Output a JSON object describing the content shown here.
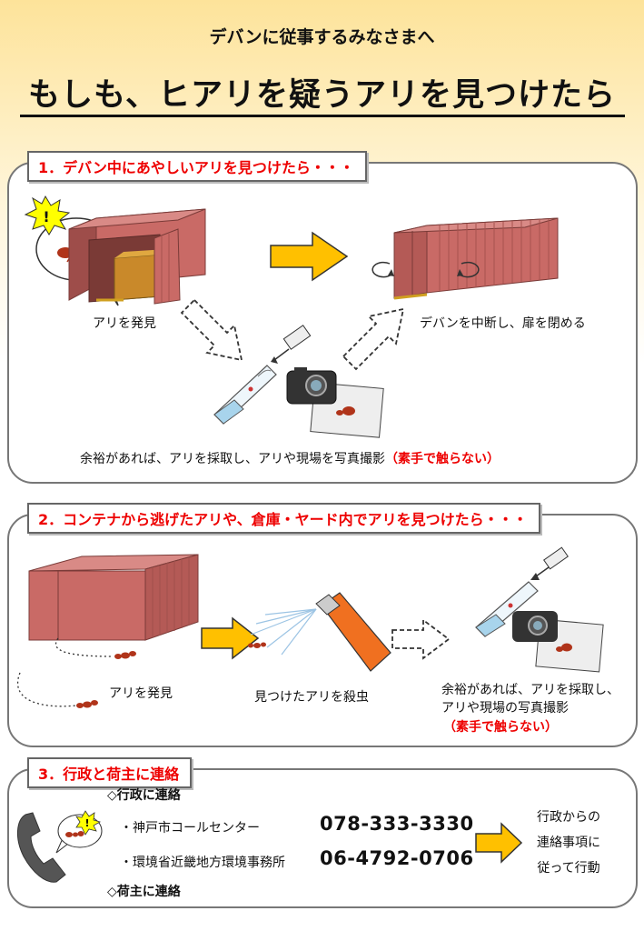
{
  "header": {
    "subtitle": "デバンに従事するみなさまへ",
    "title": "もしも、ヒアリを疑うアリを見つけたら"
  },
  "section1": {
    "heading": "1．デバン中にあやしいアリを見つけたら・・・",
    "found_caption": "アリを発見",
    "close_caption": "デバンを中断し、扉を閉める",
    "photo_caption": "余裕があれば、アリを採取し、アリや現場を写真撮影",
    "photo_warning": "（素手で触らない）",
    "alert_mark": "!"
  },
  "section2": {
    "heading": "2．コンテナから逃げたアリや、倉庫・ヤード内でアリを見つけたら・・・",
    "found_caption": "アリを発見",
    "kill_caption": "見つけたアリを殺虫",
    "photo_caption_line1": "余裕があれば、アリを採取し、",
    "photo_caption_line2": "アリや現場の写真撮影",
    "photo_warning": "（素手で触らない）"
  },
  "section3": {
    "heading": "3．行政と荷主に連絡",
    "gov_heading": "◇行政に連絡",
    "contacts": [
      {
        "name": "・神戸市コールセンター",
        "number": "078-333-3330"
      },
      {
        "name": "・環境省近畿地方環境事務所",
        "number": "06-4792-0706"
      }
    ],
    "owner_heading": "◇荷主に連絡",
    "action_lines": [
      "行政からの",
      "連絡事項に",
      "従って行動"
    ],
    "alert_mark": "!"
  },
  "colors": {
    "accent_red": "#e00000",
    "container_red": "#c96a66",
    "arrow_yellow": "#ffc000",
    "header_gradient": "#fde39a"
  }
}
